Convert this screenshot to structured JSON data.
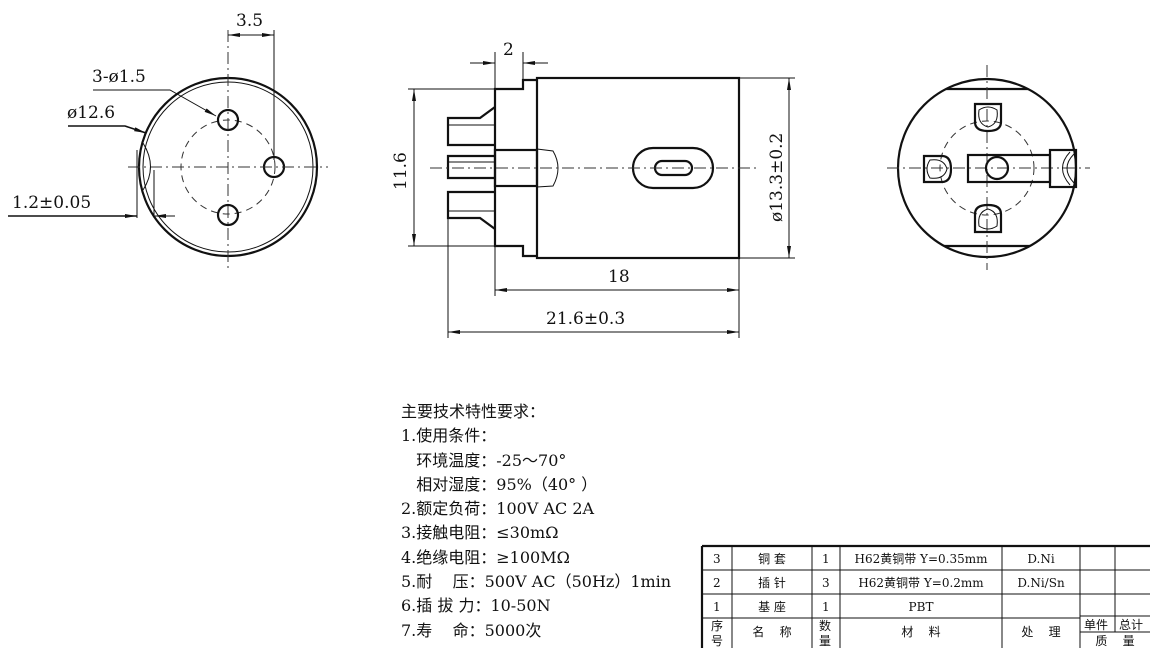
{
  "left_view": {
    "dim_pin_offset": "3.5",
    "dim_holes": "3-ø1.5",
    "dim_diameter": "ø12.6",
    "dim_flat": "1.2±0.05"
  },
  "side_view": {
    "dim_step": "2",
    "dim_base_height": "11.6",
    "dim_body_diameter": "ø13.3±0.2",
    "dim_body_length": "18",
    "dim_total_length": "21.6±0.3"
  },
  "notes": {
    "title": "主要技术特性要求：",
    "lines": [
      "1.使用条件：",
      "   环境温度：-25～70°",
      "   相对湿度：95%（40° ）",
      "2.额定负荷：100V AC 2A",
      "3.接触电阻：≤30mΩ",
      "4.绝缘电阻：≥100MΩ",
      "5.耐    压：500V AC（50Hz）1min",
      "6.插 拔 力：10-50N",
      "7.寿    命：5000次"
    ]
  },
  "bom": {
    "rows": [
      [
        "3",
        "铜 套",
        "1",
        "H62黄铜带 Y=0.35mm",
        "D.Ni"
      ],
      [
        "2",
        "插 针",
        "3",
        "H62黄铜带 Y=0.2mm",
        "D.Ni/Sn"
      ],
      [
        "1",
        "基 座",
        "1",
        "PBT",
        ""
      ]
    ],
    "header": {
      "no_1": "序",
      "no_2": "号",
      "name": "名    称",
      "qty_1": "数",
      "qty_2": "量",
      "material": "材    料",
      "treatment": "处    理",
      "unit": "单件",
      "total": "总计",
      "mass": "质    量"
    }
  }
}
